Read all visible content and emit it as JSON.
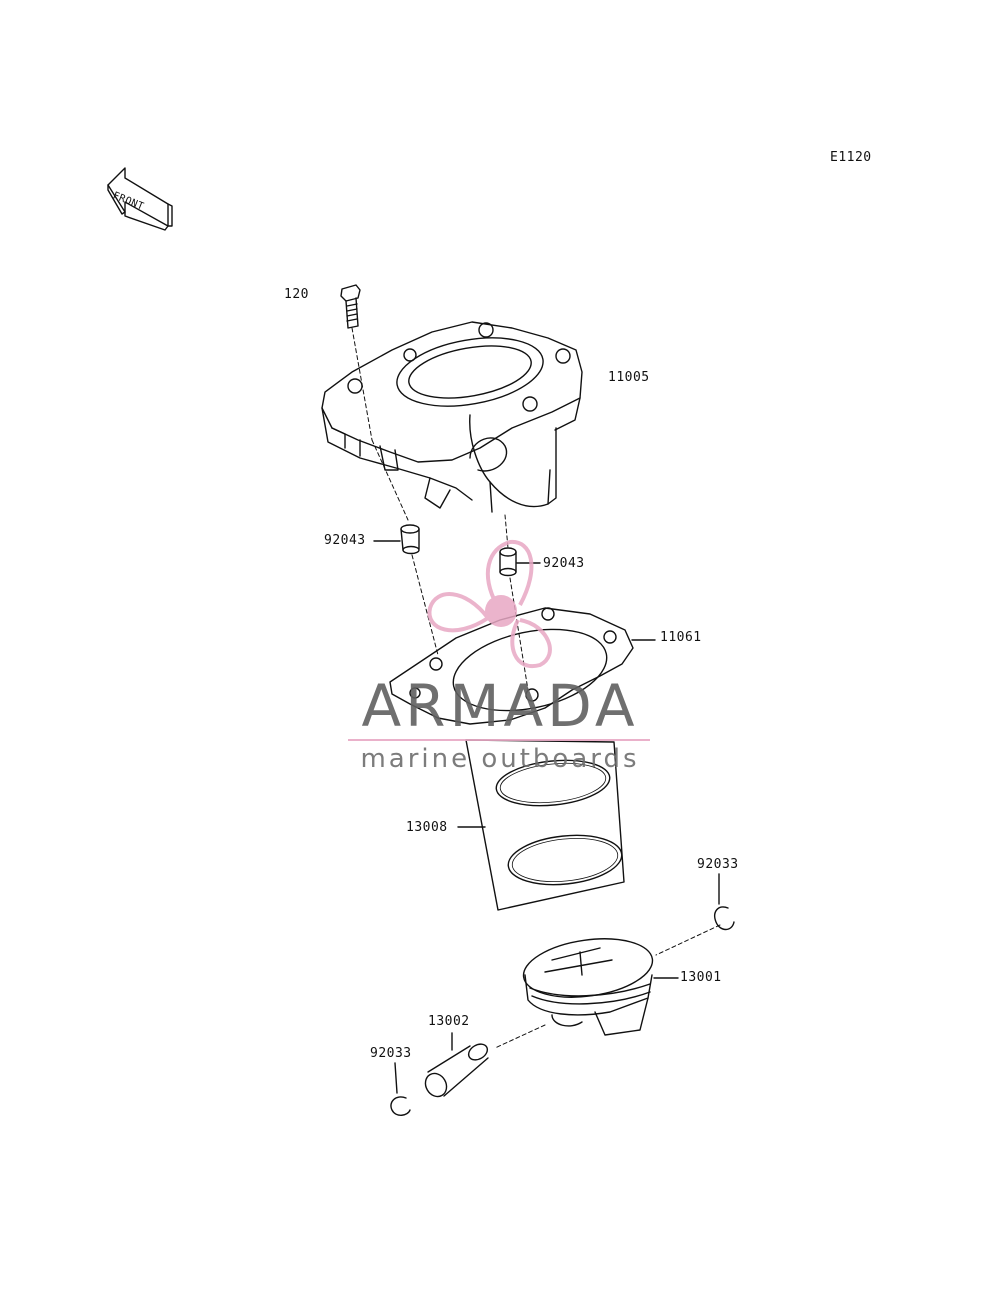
{
  "diagram": {
    "code": "E1120",
    "front_label": "FRONT",
    "parts": [
      {
        "id": "bolt",
        "number": "120"
      },
      {
        "id": "cylinder",
        "number": "11005"
      },
      {
        "id": "dowel-left",
        "number": "92043"
      },
      {
        "id": "dowel-right",
        "number": "92043"
      },
      {
        "id": "gasket",
        "number": "11061"
      },
      {
        "id": "ring-set",
        "number": "13008"
      },
      {
        "id": "circlip-right",
        "number": "92033"
      },
      {
        "id": "piston",
        "number": "13001"
      },
      {
        "id": "piston-pin",
        "number": "13002"
      },
      {
        "id": "circlip-left",
        "number": "92033"
      }
    ]
  },
  "watermark": {
    "brand": "ARMADA",
    "tagline": "marine outboards",
    "colors": {
      "logo": "#e8a8c4",
      "text": "#5f5f5f"
    }
  }
}
